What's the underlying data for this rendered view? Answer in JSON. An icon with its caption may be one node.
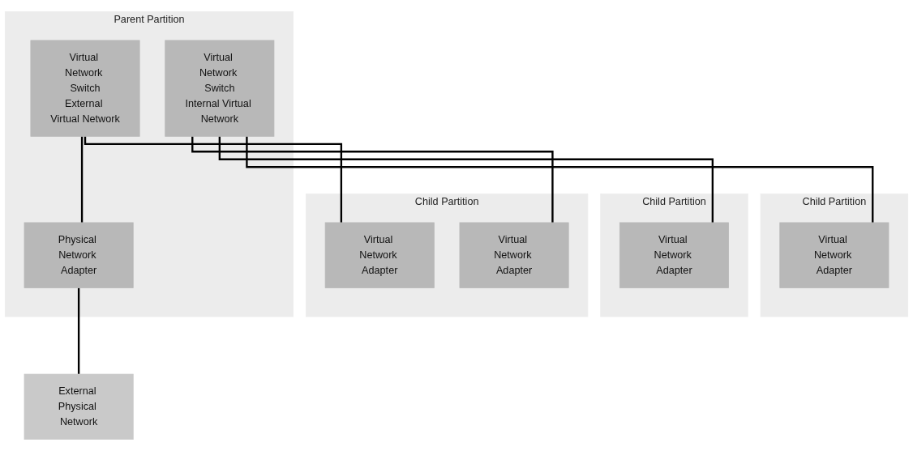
{
  "diagram": {
    "nodes": [
      {
        "text": [
          "Parent Partition"
        ]
      },
      {
        "text": [
          "Virtual Network Switch",
          "External Virtual Network"
        ],
        "in": 0
      },
      {
        "text": [
          "Virtual Network Switch",
          "Internal Virtual Network"
        ],
        "in": 0
      },
      {
        "text": [
          "Physical Network Adapter"
        ],
        "in": 0
      },
      {
        "text": [
          "Child Partition"
        ]
      },
      {
        "text": [
          "Virtual Network Adapter"
        ],
        "in": 4
      },
      {
        "text": [
          "Virtual Network Adapter"
        ],
        "in": 4
      },
      {
        "text": [
          "Child Partition"
        ]
      },
      {
        "text": [
          "Virtual Network Adapter"
        ],
        "in": 7
      },
      {
        "text": [
          "Child Partition"
        ]
      },
      {
        "text": [
          "Virtual Network Adapter"
        ],
        "in": 9
      },
      {
        "text": [
          "External Physical Network"
        ]
      }
    ],
    "edges": [
      {
        "from": 1,
        "to": 3,
        "arrow": "none"
      },
      {
        "from": 3,
        "to": 11,
        "arrow": "none"
      },
      {
        "from": 1,
        "to": 6,
        "arrow": "none"
      },
      {
        "from": 2,
        "to": 5,
        "arrow": "none"
      },
      {
        "from": 2,
        "to": 8,
        "arrow": "none"
      },
      {
        "from": 2,
        "to": 10,
        "arrow": "none"
      }
    ]
  }
}
